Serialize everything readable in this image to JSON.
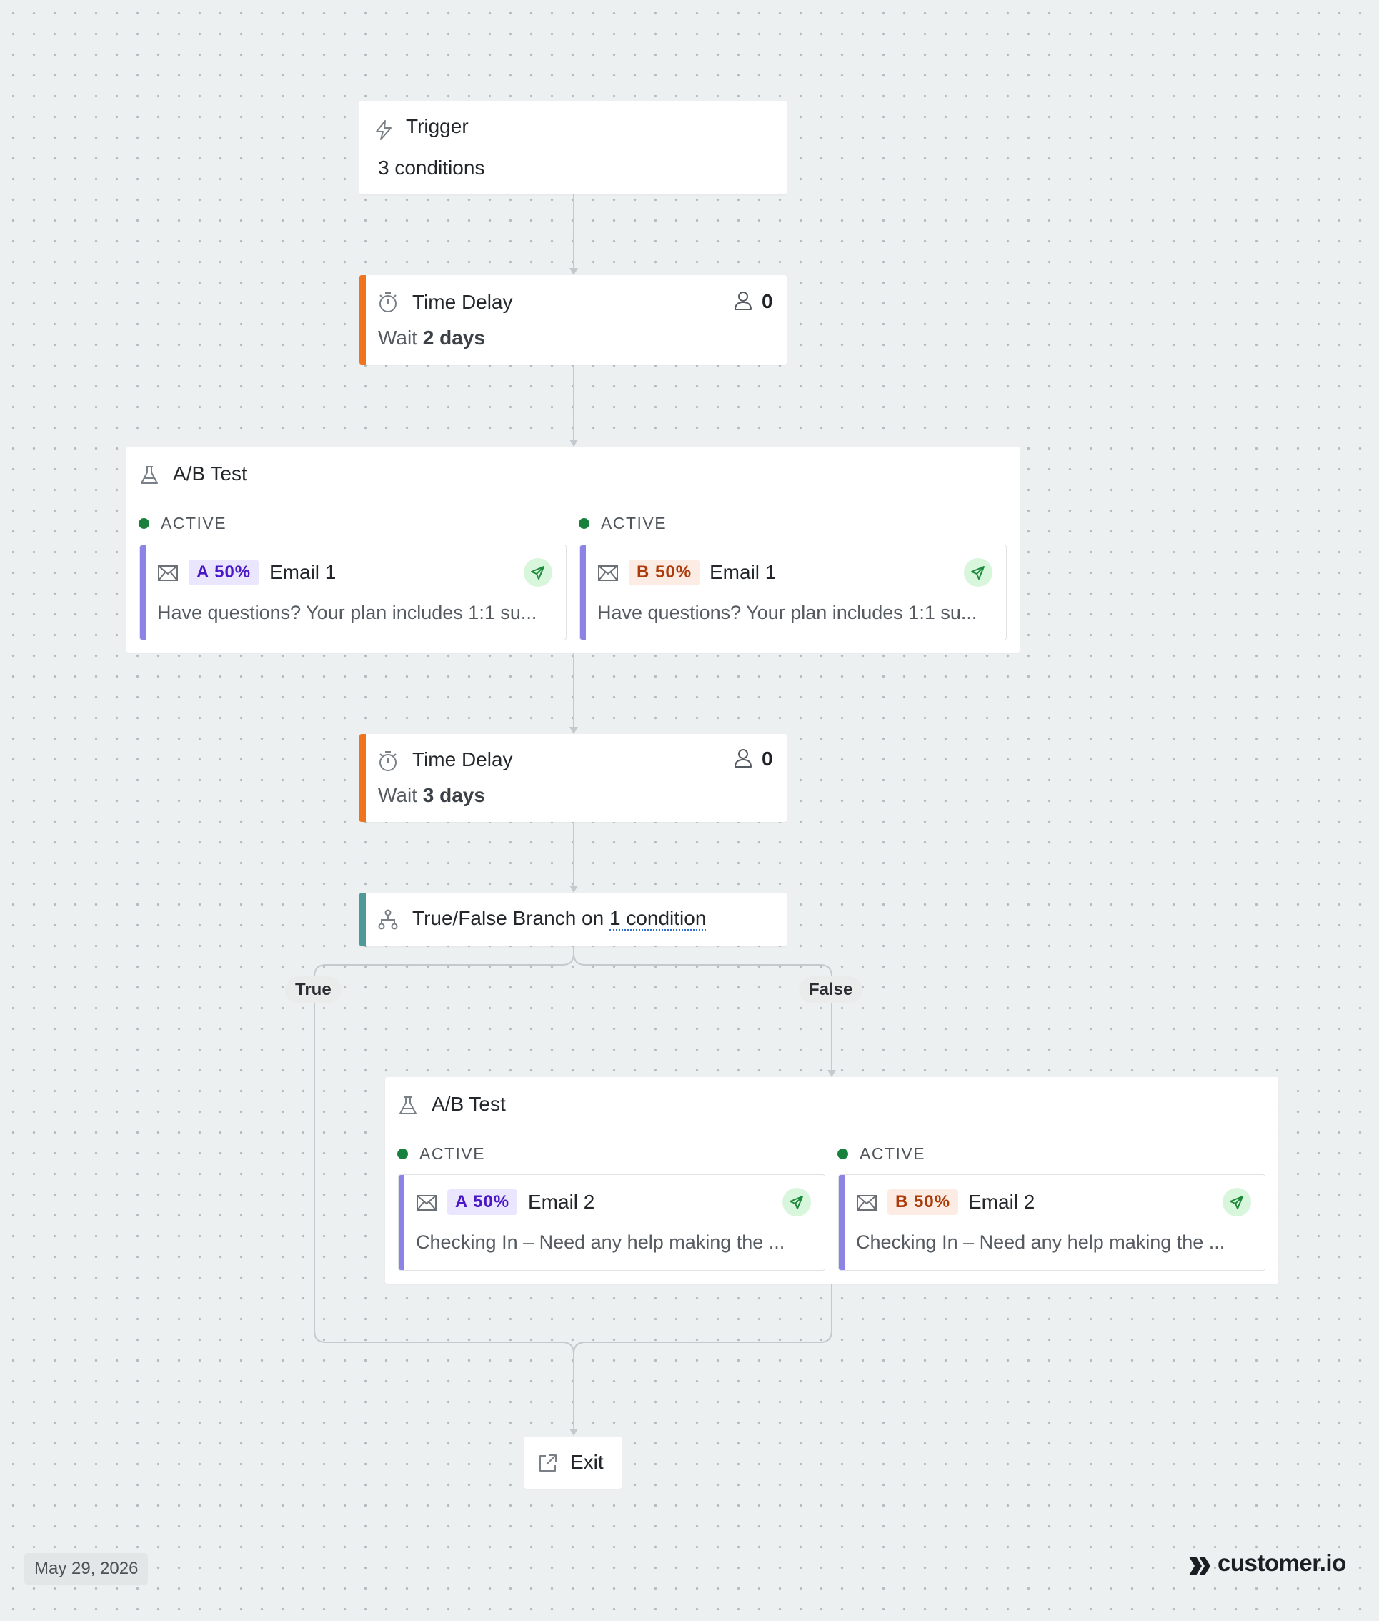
{
  "trigger": {
    "title": "Trigger",
    "subtitle": "3 conditions"
  },
  "delay1": {
    "title": "Time Delay",
    "prefix": "Wait",
    "duration": "2 days",
    "count": "0",
    "accent": "#f0731d"
  },
  "abtest1": {
    "title": "A/B Test",
    "variants": [
      {
        "status": "ACTIVE",
        "badge": "A 50%",
        "name": "Email 1",
        "preview": "Have questions? Your plan includes 1:1 su..."
      },
      {
        "status": "ACTIVE",
        "badge": "B 50%",
        "name": "Email 1",
        "preview": "Have questions? Your plan includes 1:1 su..."
      }
    ]
  },
  "delay2": {
    "title": "Time Delay",
    "prefix": "Wait",
    "duration": "3 days",
    "count": "0",
    "accent": "#f0731d"
  },
  "branch": {
    "title": "True/False Branch on",
    "condition": "1 condition",
    "accent": "#4d9a99",
    "true_label": "True",
    "false_label": "False"
  },
  "abtest2": {
    "title": "A/B Test",
    "variants": [
      {
        "status": "ACTIVE",
        "badge": "A 50%",
        "name": "Email 2",
        "preview": "Checking In – Need any help making the ..."
      },
      {
        "status": "ACTIVE",
        "badge": "B 50%",
        "name": "Email 2",
        "preview": "Checking In – Need any help making the ..."
      }
    ]
  },
  "exit": {
    "title": "Exit"
  },
  "footer": {
    "date": "May 29, 2026",
    "brand": "customer.io"
  },
  "colors": {
    "active_dot": "#16803c",
    "variant_accent": "#8c83e6",
    "connector": "#c4c9cd"
  }
}
